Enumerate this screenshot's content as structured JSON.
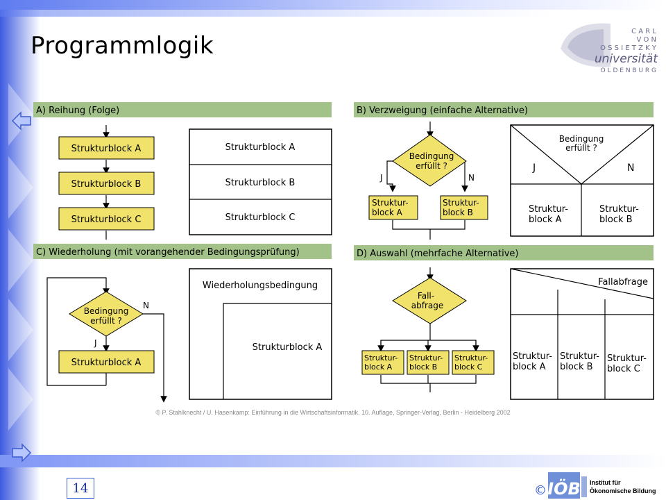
{
  "slide": {
    "title": "Programmlogik",
    "page_number": "14",
    "citation": "© P. Stahlknecht / U. Hasenkamp: Einführung in die Wirtschaftsinformatik. 10. Auflage, Springer-Verlag, Berlin - Heidelberg 2002"
  },
  "logo_university": {
    "line1": "C A R L",
    "line2": "V O N",
    "line3": "O S S I E T Z K Y",
    "line4": "universität",
    "line5": "O L D E N B U R G"
  },
  "logo_ioeb": {
    "copyright": "©",
    "acronym": "IÖB",
    "line1": "Institut für",
    "line2": "Ökonomische Bildung"
  },
  "sections": {
    "a": {
      "header": "A) Reihung (Folge)",
      "flow_blocks": [
        "Strukturblock A",
        "Strukturblock B",
        "Strukturblock C"
      ],
      "ns_blocks": [
        "Strukturblock A",
        "Strukturblock B",
        "Strukturblock C"
      ]
    },
    "b": {
      "header": "B) Verzweigung (einfache Alternative)",
      "decision": [
        "Bedingung",
        "erfüllt ?"
      ],
      "yes": "J",
      "no": "N",
      "block_a": [
        "Struktur-",
        "block A"
      ],
      "block_b": [
        "Struktur-",
        "block B"
      ],
      "ns_condition": [
        "Bedingung",
        "erfüllt ?"
      ],
      "ns_yes": "J",
      "ns_no": "N",
      "ns_block_a": [
        "Struktur-",
        "block A"
      ],
      "ns_block_b": [
        "Struktur-",
        "block B"
      ]
    },
    "c": {
      "header": "C) Wiederholung (mit vorangehender Bedingungsprüfung)",
      "decision": [
        "Bedingung",
        "erfüllt ?"
      ],
      "yes": "J",
      "no": "N",
      "block": "Strukturblock A",
      "ns_condition": "Wiederholungsbedingung",
      "ns_block": "Strukturblock A"
    },
    "d": {
      "header": "D) Auswahl (mehrfache Alternative)",
      "decision": [
        "Fall-",
        "abfrage"
      ],
      "blocks": [
        [
          "Struktur-",
          "block A"
        ],
        [
          "Struktur-",
          "block B"
        ],
        [
          "Struktur-",
          "block C"
        ]
      ],
      "ns_condition": "Fallabfrage",
      "ns_blocks": [
        [
          "Struktur-",
          "block A"
        ],
        [
          "Struktur-",
          "block B"
        ],
        [
          "Struktur-",
          "block C"
        ]
      ]
    }
  },
  "colors": {
    "header_fill": "#a3c28a",
    "block_fill": "#f0e26a",
    "slide_accent": "#3b5bd0"
  }
}
